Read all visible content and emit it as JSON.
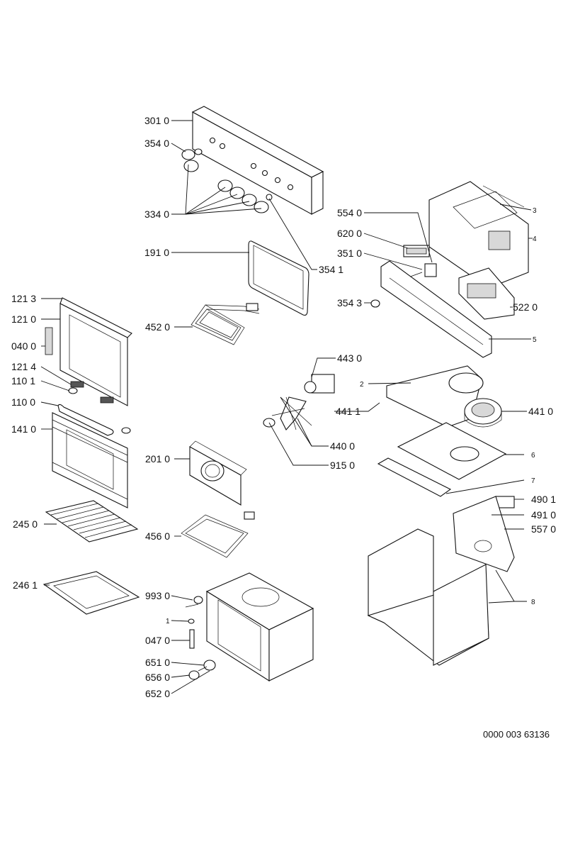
{
  "diagram": {
    "labels": {
      "p3010": "301 0",
      "p3540": "354 0",
      "p3340": "334 0",
      "p1910": "191 0",
      "p3541": "354 1",
      "p5540": "554 0",
      "p6200": "620 0",
      "p3510": "351 0",
      "p3543": "354 3",
      "p5220": "522 0",
      "p3": "3",
      "p4": "4",
      "p5": "5",
      "p1213": "121 3",
      "p1210": "121 0",
      "p0400": "040 0",
      "p1214": "121 4",
      "p1101": "110 1",
      "p1100": "110 0",
      "p1410": "141 0",
      "p4520": "452 0",
      "p4430": "443 0",
      "p2": "2",
      "p4411": "441 1",
      "p4410": "441 0",
      "p4400": "440 0",
      "p9150": "915 0",
      "p6": "6",
      "p7": "7",
      "p2010": "201 0",
      "p2450": "245 0",
      "p4560": "456 0",
      "p4901": "490 1",
      "p4910": "491 0",
      "p5570": "557 0",
      "p2461": "246 1",
      "p9930": "993 0",
      "p1": "1",
      "p0470": "047 0",
      "p6510": "651 0",
      "p6560": "656 0",
      "p6520": "652 0",
      "p8": "8"
    },
    "document_code": "0000 003 63136"
  }
}
